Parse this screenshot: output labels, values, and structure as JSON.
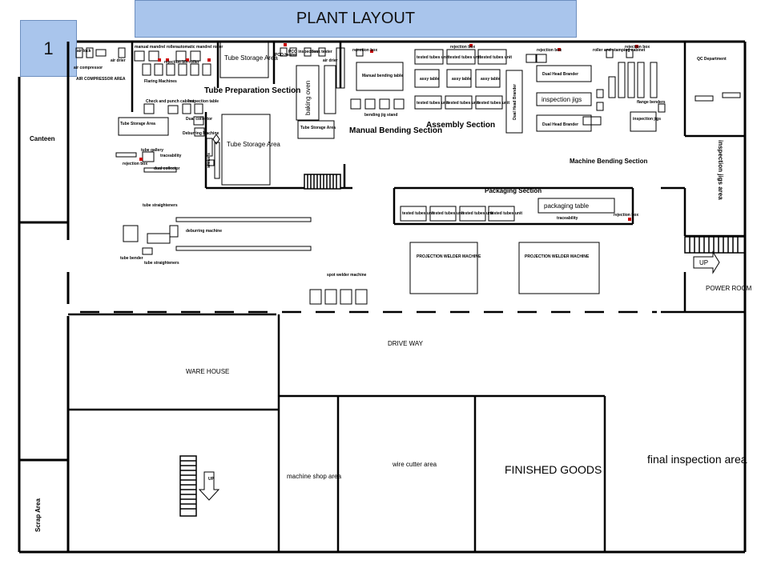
{
  "title": "PLANT LAYOUT",
  "slide_number": "1",
  "colors": {
    "title_bg": "#a9c5ec",
    "accent": "#cc0000"
  },
  "labels": {
    "air_lock": "air lock",
    "air_dryer": "air drier",
    "air_compressor": "air compressor",
    "air_compressor_area": "AIR COMPRESSOR AREA",
    "manual_mandrel_roller": "manual mandrel roller",
    "automatic_mandrel_roller": "automatic mandrel roller",
    "rejection_bin_roller": "rejection bin roller",
    "flaring_machines": "Flaring Machines",
    "tube_storage_area_top": "Tube Storage Area",
    "tube_prep": "Tube Preparation Section",
    "check_and_punch": "Check and punch cabinet",
    "inspection_table": "Inspection table",
    "dual_collector": "Dual collector",
    "deburring_machine": "Deburring Machine",
    "tube_storage_area_left": "Tube Storage Area",
    "tube_storage_area_big": "Tube Storage Area",
    "tube_gallery": "tube gallery",
    "traceability": "traceability",
    "rejection_box_left": "rejection box",
    "dual_collector2": "dual collector",
    "stickers": "stickers",
    "canteen": "Canteen",
    "pco_heater": "PCO heater",
    "pco_inspection": "PCO inspection",
    "leak_tester": "leak tester",
    "air_dryer2": "air drier",
    "baking_oven": "baking oven",
    "tube_storage_small": "Tube Storage Area",
    "rejection_box_mb1": "rejection box",
    "rejection_box_mb2": "rejection box",
    "manual_bending_table": "Manual bending table",
    "bending_jig_stand": "bending jig stand",
    "manual_bending": "Manual Bending Section",
    "tested_tubes": "tested tubes unit",
    "assy_table": "assy table",
    "assembly_section": "Assembly Section",
    "dual_head_brander_v": "Dual Head Brander",
    "rejection_box_a1": "rejection box",
    "rejection_box_a2": "rejection box",
    "dual_head_brander1": "Dual Head Brander",
    "inspection_jigs_box": "inspection jigs",
    "dual_head_brander2": "Dual Head Brander",
    "roller_stamping": "roller and stamping cabinet",
    "flange_benders": "flange benders",
    "inspection_jigs_small": "inspection jigs",
    "qc_department": "QC Department",
    "inspection_jigs_area": "inspection jigs area",
    "machine_bending": "Machine Bending Section",
    "packaging_section": "Packaging Section",
    "packaging_table": "packaging table",
    "traceability2": "traceability",
    "rejection_box_pk": "rejection box",
    "up_right": "UP",
    "power_room": "POWER ROOM",
    "tube_straighteners_top": "tube straighteners",
    "deburring_machine2": "deburring machine",
    "tube_bender": "tube bender",
    "tube_straighteners_bottom": "tube straighteners",
    "spot_welder": "spot welder machine",
    "projection_welder": "PROJECTION WELDER MACHINE",
    "drive_way": "DRIVE WAY",
    "ware_house": "WARE HOUSE",
    "up_stair": "UP",
    "machine_shop": "machine shop area",
    "wire_cutter": "wire cutter area",
    "finished_goods": "FINISHED GOODS",
    "final_inspection": "final inspection area",
    "scrap_area": "Scrap Area"
  }
}
